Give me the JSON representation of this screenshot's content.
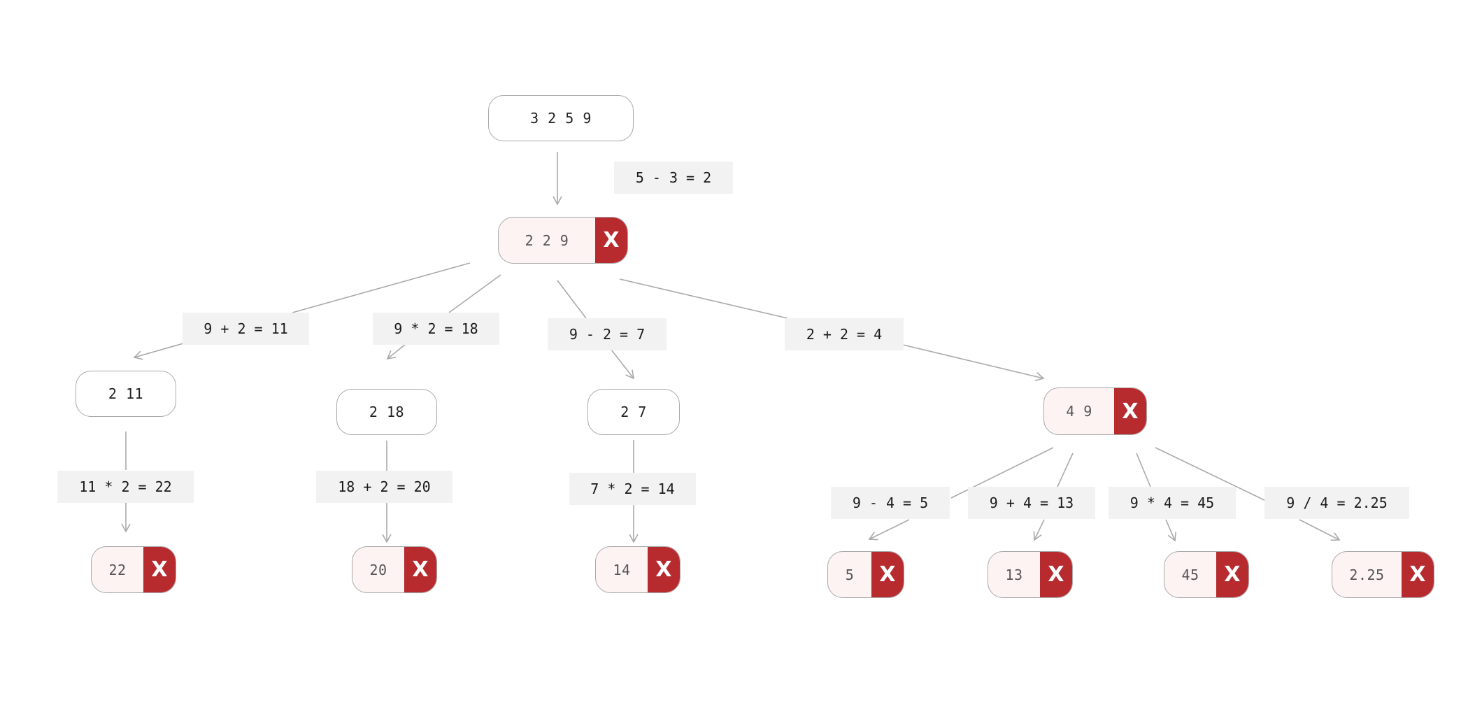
{
  "fail_mark": "X",
  "colors": {
    "edge": "#a9a9a9",
    "node_border": "#a9a9a9",
    "fail_red": "#b72a2e",
    "failed_fill": "#fdf3f3",
    "label_fill": "#f2f2f2"
  },
  "nodes": {
    "root": {
      "text": "3  2  5  9",
      "failed": false
    },
    "n229": {
      "text": "2  2  9",
      "failed": true
    },
    "n2_11": {
      "text": "2  11",
      "failed": false
    },
    "n2_18": {
      "text": "2  18",
      "failed": false
    },
    "n2_7": {
      "text": "2  7",
      "failed": false
    },
    "n4_9": {
      "text": "4  9",
      "failed": true
    },
    "n22": {
      "text": "22",
      "failed": true
    },
    "n20": {
      "text": "20",
      "failed": true
    },
    "n14": {
      "text": "14",
      "failed": true
    },
    "n5": {
      "text": "5",
      "failed": true
    },
    "n13": {
      "text": "13",
      "failed": true
    },
    "n45": {
      "text": "45",
      "failed": true
    },
    "n225": {
      "text": "2.25",
      "failed": true
    }
  },
  "operations": {
    "op_5m3": "5 - 3 = 2",
    "op_9p2": "9 + 2 = 11",
    "op_9x2": "9 * 2 = 18",
    "op_9m2": "9 - 2 = 7",
    "op_2p2": "2 + 2 = 4",
    "op_11x2": "11 * 2 = 22",
    "op_18p2": "18 + 2 = 20",
    "op_7x2": "7 * 2 = 14",
    "op_9m4": "9 - 4 = 5",
    "op_9p4": "9 + 4 = 13",
    "op_9x4": "9 * 4 = 45",
    "op_9d4": "9 / 4 = 2.25"
  }
}
